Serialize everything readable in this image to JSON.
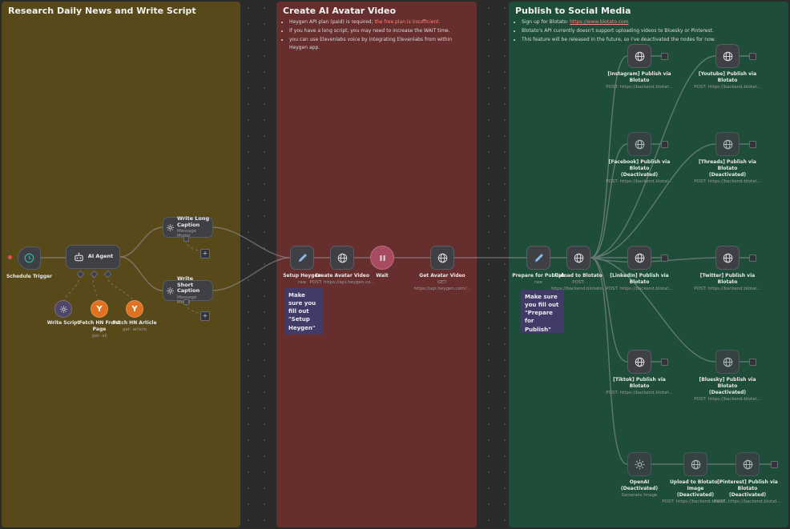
{
  "sections": {
    "research": {
      "title": "Research Daily News and Write Script"
    },
    "avatar": {
      "title": "Create AI Avatar Video",
      "bullets": [
        {
          "text": "Heygen API plan (paid) is required; ",
          "highlight": "the free plan is insufficient."
        },
        {
          "text": "If you have a long script, you may need to increase the WAIT time."
        },
        {
          "text": "you can use Elevenlabs voice by integrating Elevenlabs from within Heygen app."
        }
      ]
    },
    "publish": {
      "title": "Publish to Social Media",
      "bullets": [
        {
          "text": "Sign up for Blotato: ",
          "link": "https://www.blotato.com"
        },
        {
          "text": "Blotato's API currently doesn't support uploading videos to Bluesky or Pinterest."
        },
        {
          "text": "This feature will be released in the future, so I've deactivated the nodes for now."
        }
      ]
    }
  },
  "notes": {
    "setup": "Make sure you fill out \"Setup Heygen\"",
    "prepare": "Make sure you fill out \"Prepare for Publish\""
  },
  "nodes": {
    "schedule_trigger": {
      "label": "Schedule Trigger"
    },
    "ai_agent": {
      "label": "AI Agent"
    },
    "write_script": {
      "label": "Write Script"
    },
    "fetch_front": {
      "label": "Fetch HN Front Page",
      "sub": "get: all"
    },
    "fetch_article": {
      "label": "Fetch HN Article",
      "sub": "get: article"
    },
    "long_caption": {
      "label": "Write Long Caption",
      "sub": "Message Model"
    },
    "short_caption": {
      "label": "Write Short Caption",
      "sub": "Message Model"
    },
    "setup_heygen": {
      "label": "Setup Heygen",
      "sub": "raw"
    },
    "create_video": {
      "label": "Create Avatar Video",
      "sub": "POST: https://api.heygen.co..."
    },
    "wait": {
      "label": "Wait"
    },
    "get_video": {
      "label": "Get Avatar Video",
      "sub": "GET: https://api.heygen.com/..."
    },
    "prepare": {
      "label": "Prepare for Publish",
      "sub": "raw"
    },
    "upload": {
      "label": "Upload to Blotato",
      "sub": "POST: https://backend.blotato..."
    },
    "instagram": {
      "label": "[Instagram] Publish via Blotato",
      "sub": "POST: https://backend.blotat..."
    },
    "youtube": {
      "label": "[Youtube] Publish via Blotato",
      "sub": "POST: https://backend.blotat..."
    },
    "facebook": {
      "label": "[Facebook] Publish via Blotato",
      "status": "(Deactivated)",
      "sub": "POST: https://backend.blotat..."
    },
    "threads": {
      "label": "[Threads] Publish via Blotato",
      "status": "(Deactivated)",
      "sub": "POST: https://backend.blotat..."
    },
    "linkedin": {
      "label": "[LinkedIn] Publish via Blotato",
      "sub": "POST: https://backend.blotat..."
    },
    "twitter": {
      "label": "[Twitter] Publish via Blotato",
      "sub": "POST: https://backend.blotat..."
    },
    "tiktok": {
      "label": "[Tiktok] Publish via Blotato",
      "sub": "POST: https://backend.blotat..."
    },
    "bluesky": {
      "label": "[Bluesky] Publish via Blotato",
      "status": "(Deactivated)",
      "sub": "POST: https://backend.blotat..."
    },
    "openai": {
      "label": "OpenAI",
      "status": "(Deactivated)",
      "sub": "Generate Image"
    },
    "upload_image": {
      "label": "Upload to Blotato - Image",
      "status": "(Deactivated)",
      "sub": "POST: https://backend.blotat..."
    },
    "pinterest": {
      "label": "[Pinterest] Publish via Blotato",
      "status": "(Deactivated)",
      "sub": "POST: https://backend.blotat..."
    }
  },
  "icons": {
    "plus": "+",
    "hn_letter": "Y"
  },
  "colors": {
    "canvas": "#2b2b2b",
    "sticky_yellow": "#57491a",
    "sticky_red": "#672e2e",
    "sticky_green": "#1e4e39",
    "sticky_purple": "#413b68",
    "link_red": "#ff837a",
    "wire": "#9a9aa2",
    "wait_node": "#a84a60",
    "hn_orange": "#de7220",
    "model_purple": "#4f4668",
    "trigger_clock": "#2cb5a0"
  }
}
